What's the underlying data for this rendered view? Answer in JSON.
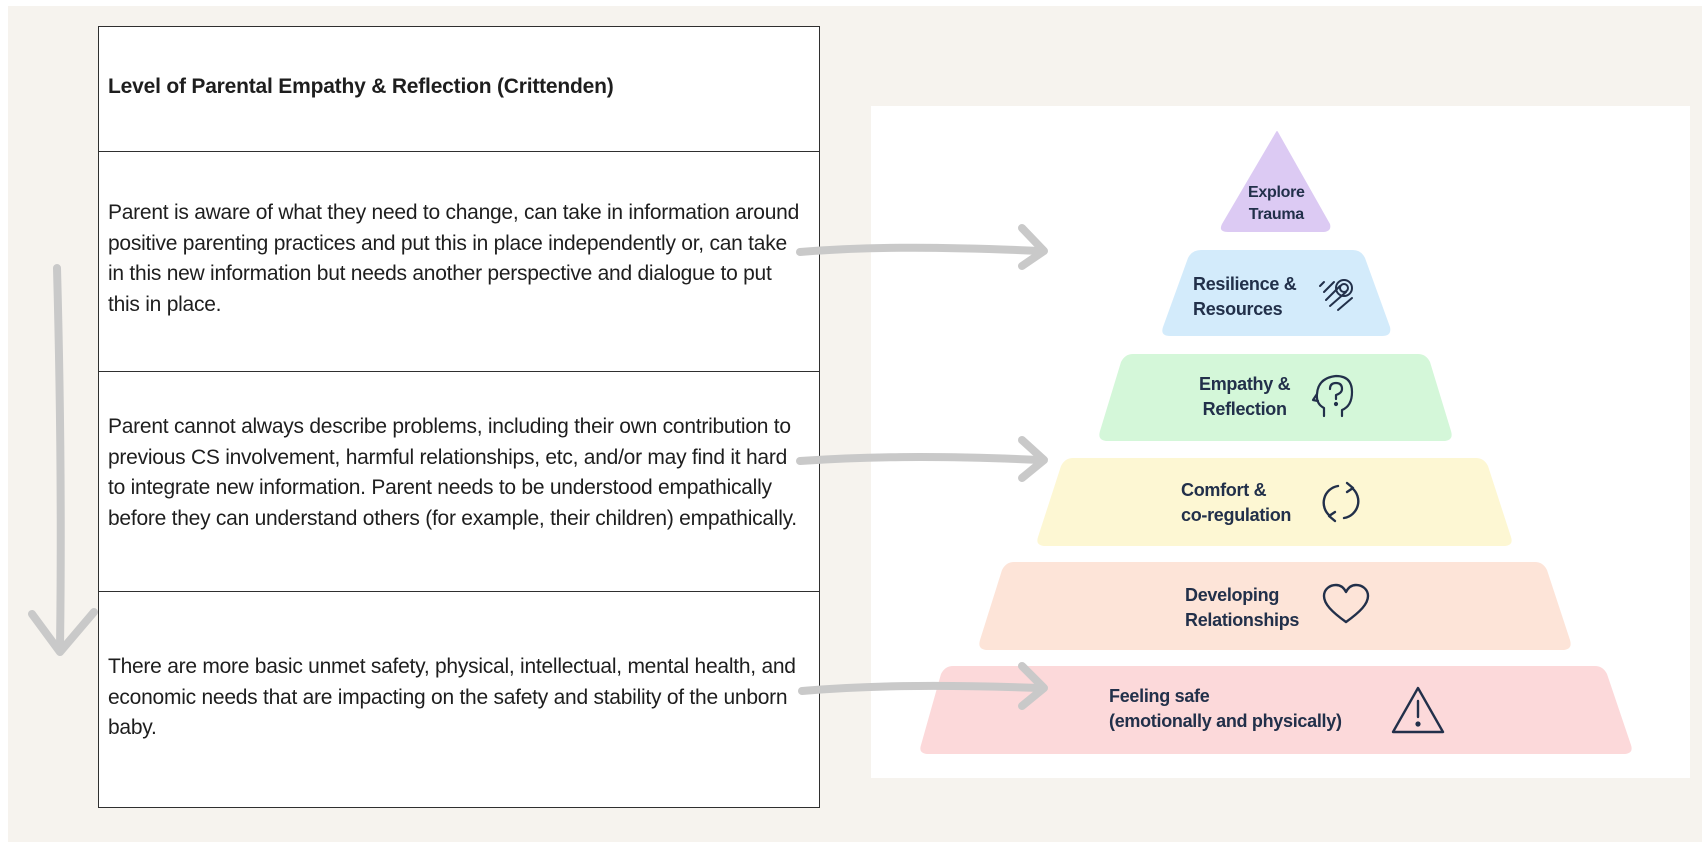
{
  "table": {
    "header": "Level of Parental Empathy & Reflection (Crittenden)",
    "rows": [
      "Parent is aware of what they need to change, can take in information around positive parenting practices and put this in place independently or, can take in this new information but needs another perspective and dialogue to put this in place.",
      "Parent cannot always describe problems, including their own contribution to previous CS involvement, harmful relationships, etc, and/or may find it hard to integrate new information. Parent needs to be understood empathically before they can understand others (for example, their children) empathically.",
      "There are more basic unmet safety, physical, intellectual, mental health, and economic needs that are impacting on the safety and stability of the unborn baby."
    ]
  },
  "pyramid": {
    "tiers": [
      {
        "label": "Explore\nTrauma",
        "color": "#dccaf3",
        "icon": "none"
      },
      {
        "label": "Resilience &\nResources",
        "color": "#d3ebfb",
        "icon": "hand-touch-icon"
      },
      {
        "label": "Empathy &\nReflection",
        "color": "#d4f7d9",
        "icon": "head-question-icon"
      },
      {
        "label": "Comfort &\nco-regulation",
        "color": "#fdf7d3",
        "icon": "refresh-cycle-icon"
      },
      {
        "label": "Developing\nRelationships",
        "color": "#fde4d8",
        "icon": "heart-icon"
      },
      {
        "label": "Feeling safe\n(emotionally and physically)",
        "color": "#fcd9da",
        "icon": "warning-triangle-icon"
      }
    ]
  },
  "colors": {
    "arrow": "#c9c9c9",
    "tier_text": "#22304a",
    "background": "#f6f3ee"
  }
}
